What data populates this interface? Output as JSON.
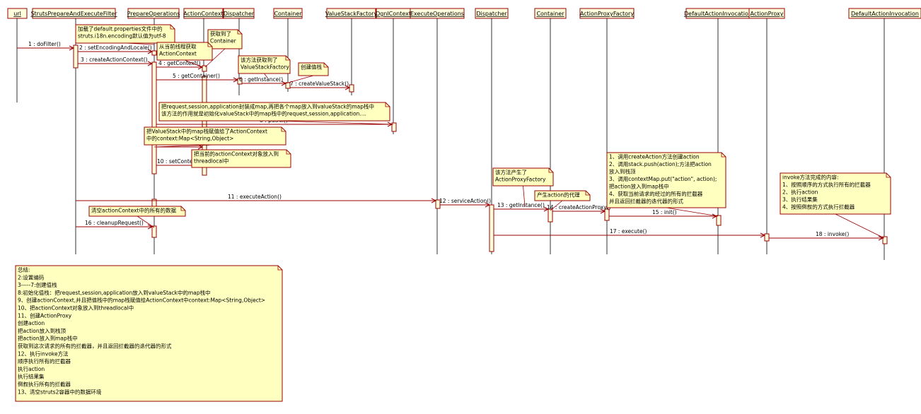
{
  "lifelines": [
    {
      "id": "url",
      "label": "url"
    },
    {
      "id": "spef",
      "label": "StrutsPrepareAndExecuteFilter"
    },
    {
      "id": "prepop",
      "label": "PrepareOperations"
    },
    {
      "id": "actx",
      "label": "ActionContext"
    },
    {
      "id": "disp1",
      "label": "Dispatcher"
    },
    {
      "id": "cont1",
      "label": "Container"
    },
    {
      "id": "vsf",
      "label": "ValueStackFactory"
    },
    {
      "id": "ognl",
      "label": "OgnlContext"
    },
    {
      "id": "execop",
      "label": "ExecuteOperations"
    },
    {
      "id": "disp2",
      "label": "Dispatcher"
    },
    {
      "id": "cont2",
      "label": "Container"
    },
    {
      "id": "apf",
      "label": "ActionProxyFactory"
    },
    {
      "id": "dai1",
      "label": "DefaultActionInvocation"
    },
    {
      "id": "aproxy",
      "label": "ActionProxy"
    },
    {
      "id": "dai2",
      "label": "DefaultActionInvocation"
    }
  ],
  "messages": [
    {
      "label": "1 : doFilter()"
    },
    {
      "label": "2 : setEncodingAndLocale()"
    },
    {
      "label": "3 : createActionContext()"
    },
    {
      "label": "4 : getContext()"
    },
    {
      "label": "5 : getContainer()"
    },
    {
      "label": "6 : getInstance()"
    },
    {
      "label": "7 : createValueStack()"
    },
    {
      "label": "8 : putAll()"
    },
    {
      "label": "9 : new ActionContext()"
    },
    {
      "label": "10 : setContext()"
    },
    {
      "label": "11 : executeAction()"
    },
    {
      "label": "12 : serviceAction()"
    },
    {
      "label": "13 : getInstance()"
    },
    {
      "label": "14 : createActionProxy()"
    },
    {
      "label": "15 : init()"
    },
    {
      "label": "16 : cleanupRequest()"
    },
    {
      "label": "17 : execute()"
    },
    {
      "label": "18 : invoke()"
    }
  ],
  "notes": [
    {
      "lines": [
        "加载了default.properties文件中的",
        "struts.i18n.encoding默认值为utf-8"
      ]
    },
    {
      "lines": [
        "获取到了",
        "Container"
      ]
    },
    {
      "lines": [
        "从当前线程获取",
        "ActionContext"
      ]
    },
    {
      "lines": [
        "该方法获取到了",
        "ValueStackFactory"
      ]
    },
    {
      "lines": [
        "创建值栈"
      ]
    },
    {
      "lines": [
        "把request,session,application封装成map,再把各个map放入到valueStack的map栈中",
        "该方法的作用就是初始化valueStack中的map栈中的request,session,application...."
      ]
    },
    {
      "lines": [
        "把ValueStack中的map栈赋值给了ActionContext",
        "中的context:Map<String,Object>"
      ]
    },
    {
      "lines": [
        "把当前的actionContext对象放入到",
        "threadlocal中"
      ]
    },
    {
      "lines": [
        "清空actionContext中的所有的数据"
      ]
    },
    {
      "lines": [
        "该方法产生了",
        "ActionProxyFactory"
      ]
    },
    {
      "lines": [
        "产生action的代理"
      ]
    },
    {
      "lines": [
        "1、调用createAction方法创建action",
        "2、调用stack.push(action);方法把action",
        "        放入到栈顶",
        "3、调用contextMap.put(\"action\", action);",
        "        把action放入到map栈中",
        "4、获取当前请求的经过的所有的拦截器",
        "        并且返回拦截器的迭代器的形式"
      ]
    },
    {
      "lines": [
        "invoke方法完成的内容:",
        "   1、按照顺序的方式执行所有的拦截器",
        "   2、执行action",
        "   3、执行结果集",
        "   4、按照倒叙的方式执行拦截器"
      ]
    },
    {
      "lines": [
        "总结:",
        "2:设置编码",
        "3-----7:创建值栈",
        "8:初始化值栈：把request,session,application放入到valueStack中的map栈中",
        "9、创建actionContext,并且把值栈中的map栈赋值给ActionContext中context:Map<String,Object>",
        "10、把actionContext对象放入到threadlocal中",
        "11、创建ActionProxy",
        "          创建action",
        "          把action放入到栈顶",
        "          把action放入到map栈中",
        "          获取到这次请求的所有的拦截器，并且返回拦截器的迭代器的形式",
        "12、执行invoke方法",
        "          顺序执行所有的拦截器",
        "          执行action",
        "          执行结果集",
        "        倒叙执行所有的拦截器",
        "13、清空struts2容器中的数据环境"
      ]
    }
  ]
}
